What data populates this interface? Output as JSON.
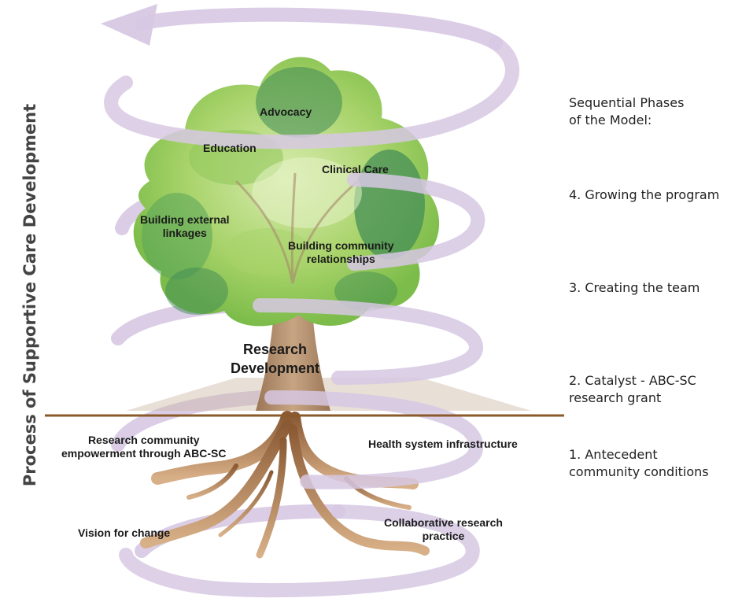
{
  "colors": {
    "spiral": "#d7c8e3",
    "foliage_light": "#a8d36a",
    "foliage_mid": "#7cbc4a",
    "foliage_dark": "#3f8a55",
    "trunk": "#b08a68",
    "roots": "#9a6a42",
    "ground_line": "#8a5a2b"
  },
  "side_title": "Process of Supportive Care Development",
  "tree": {
    "advocacy": "Advocacy",
    "education": "Education",
    "clinical_care": "Clinical Care",
    "building_external_linkages": [
      "Building external",
      "linkages"
    ],
    "building_community_relationships": [
      "Building community",
      "relationships"
    ],
    "research_development": [
      "Research",
      "Development"
    ]
  },
  "roots": {
    "research_community_empowerment": [
      "Research community",
      "empowerment through ABC-SC"
    ],
    "health_system_infrastructure": "Health system infrastructure",
    "vision_for_change": "Vision for change",
    "collaborative_research_practice": [
      "Collaborative research",
      "practice"
    ]
  },
  "phases": {
    "header": [
      "Sequential Phases",
      "of the Model:"
    ],
    "phase4": "4. Growing the program",
    "phase3": "3. Creating the team",
    "phase2": [
      "2. Catalyst - ABC-SC",
      "research grant"
    ],
    "phase1": [
      "1. Antecedent",
      "community conditions"
    ]
  }
}
